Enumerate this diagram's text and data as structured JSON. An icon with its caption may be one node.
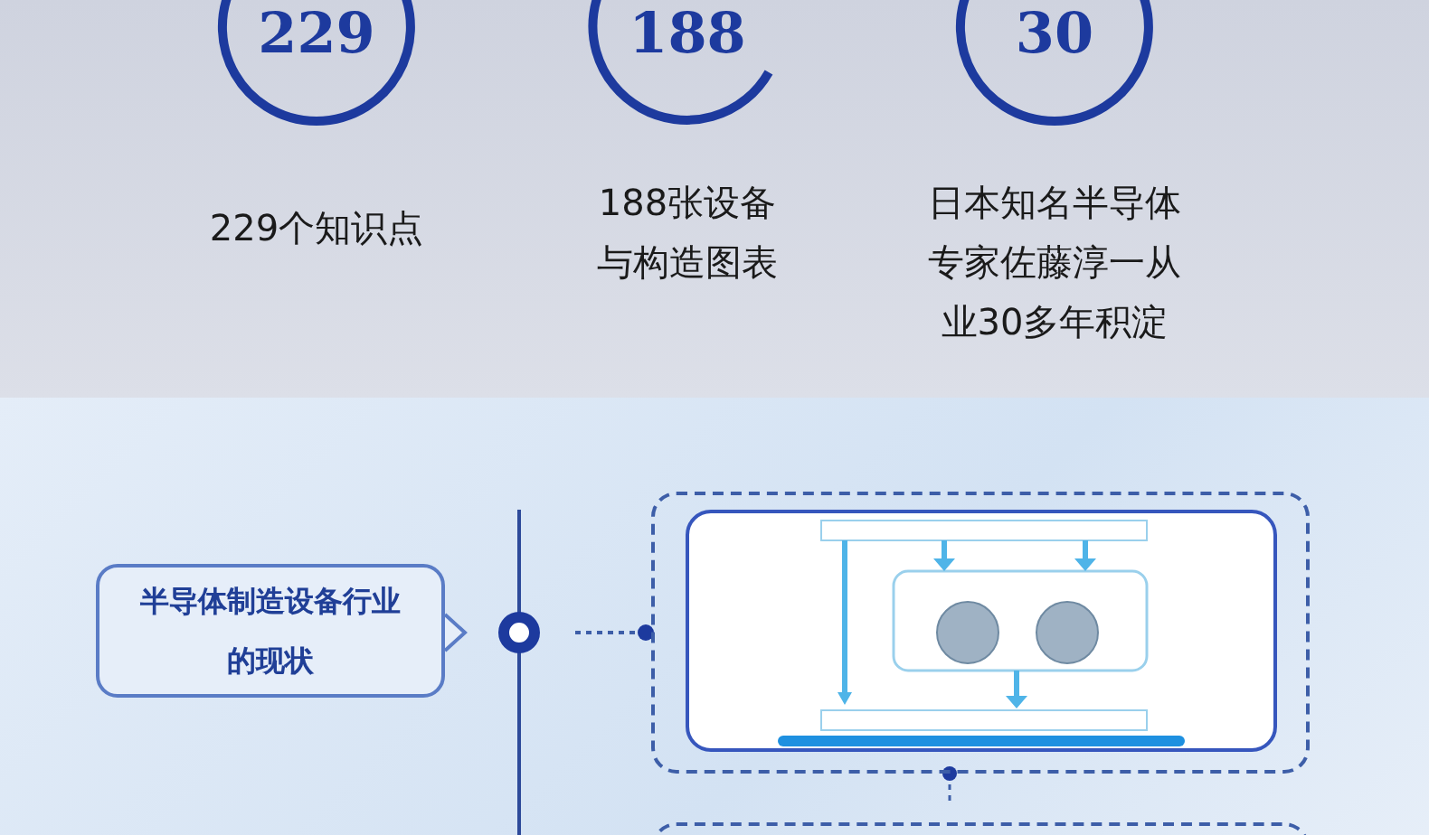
{
  "diagram": {
    "nodes": [
      {
        "text": [
          "229"
        ],
        "beside": [
          "229个知识点"
        ]
      },
      {
        "text": [
          "188"
        ],
        "beside": [
          "188张设备与构造图表"
        ]
      },
      {
        "text": [
          "30"
        ],
        "beside": [
          "日本知名半导体专家佐藤淳一从业30多年积淀"
        ]
      },
      {
        "text": [
          "半导体制造设备行业的现状"
        ]
      },
      {
        "text": [],
        "shape": "circle"
      },
      {
        "text": [],
        "shape": "box"
      },
      {
        "text": [],
        "shape": "picture",
        "in": 5
      },
      {
        "text": [],
        "shape": "box"
      }
    ],
    "edges": [
      {
        "from": 4,
        "to": 5,
        "arrow": "other",
        "style": "dashed"
      }
    ]
  }
}
